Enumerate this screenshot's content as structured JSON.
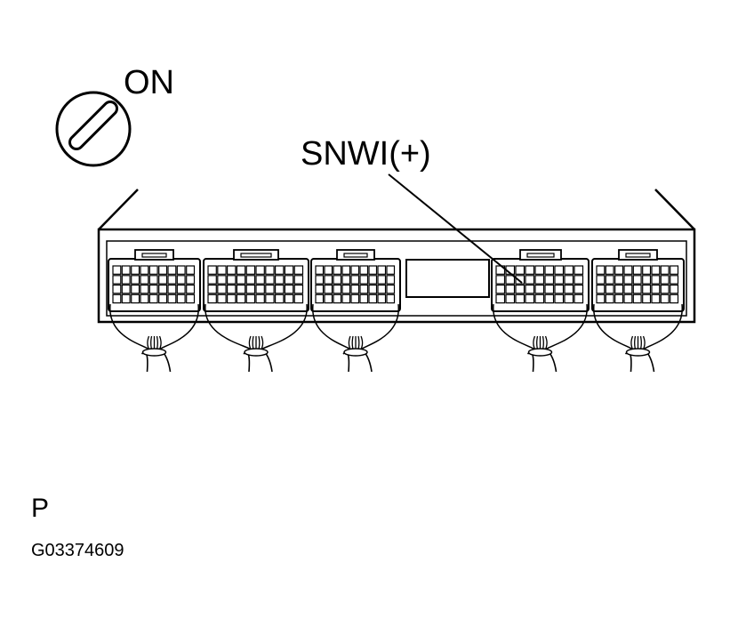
{
  "ignition": {
    "position_label": "ON",
    "icon": "ignition-key-switch-icon"
  },
  "callout": {
    "terminal_label": "SNWI(+)"
  },
  "ecu": {
    "icon": "ecu-connector-block-icon",
    "connector_count": 5
  },
  "footer": {
    "mark": "P",
    "figure_code": "G03374609"
  }
}
